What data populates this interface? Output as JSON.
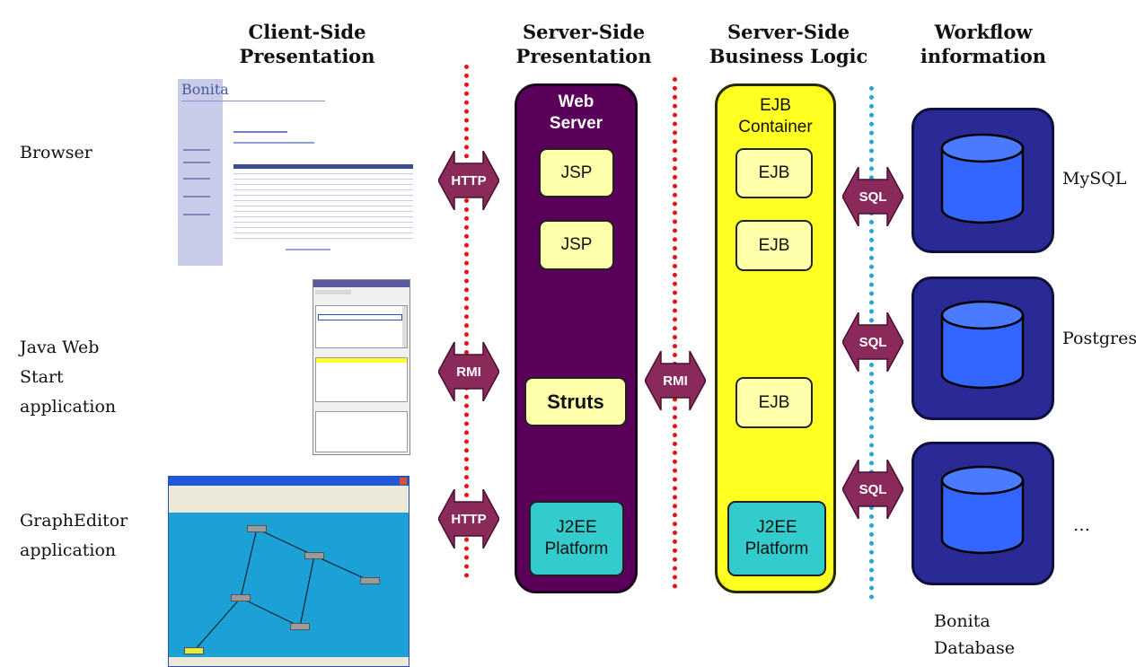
{
  "columns": {
    "client_side": [
      "Client-Side",
      "Presentation"
    ],
    "server_presentation": [
      "Server-Side",
      "Presentation"
    ],
    "business_logic": [
      "Server-Side",
      "Business Logic"
    ],
    "workflow": [
      "Workflow",
      "information"
    ]
  },
  "rows": {
    "browser": [
      "Browser"
    ],
    "java_web_start": [
      "Java Web",
      "Start",
      "application"
    ],
    "graph_editor": [
      "GraphEditor",
      "application"
    ]
  },
  "web_server": {
    "title": [
      "Web",
      "Server"
    ],
    "components": [
      "JSP",
      "JSP",
      "Struts"
    ],
    "platform": [
      "J2EE",
      "Platform"
    ]
  },
  "ejb_container": {
    "title": [
      "EJB",
      "Container"
    ],
    "components": [
      "EJB",
      "EJB",
      "EJB"
    ],
    "platform": [
      "J2EE",
      "Platform"
    ]
  },
  "arrows": {
    "client": [
      "HTTP",
      "RMI",
      "HTTP"
    ],
    "middle": "RMI",
    "database": [
      "SQL",
      "SQL",
      "SQL"
    ]
  },
  "databases": {
    "labels": [
      "MySQL",
      "Postgres",
      "…"
    ],
    "caption": [
      "Bonita",
      "Database"
    ]
  },
  "browser_screenshot": {
    "logo": "Bonita"
  },
  "colors": {
    "web_server": "#5a005a",
    "ejb_container": "#ffff22",
    "component": "#ffffaa",
    "platform": "#33cccc",
    "arrow": "#8a2a5a",
    "database_outer": "#2a2a96",
    "database_cylinder": "#3366ff",
    "divider_red": "#ee1111",
    "divider_blue": "#22a6dc"
  },
  "icons": {
    "browser_screenshot": "browser-window-thumbnail",
    "jws_screenshot": "java-application-thumbnail",
    "graph_screenshot": "graph-editor-thumbnail",
    "database": "database-cylinder-icon",
    "arrow": "double-headed-arrow-icon"
  }
}
